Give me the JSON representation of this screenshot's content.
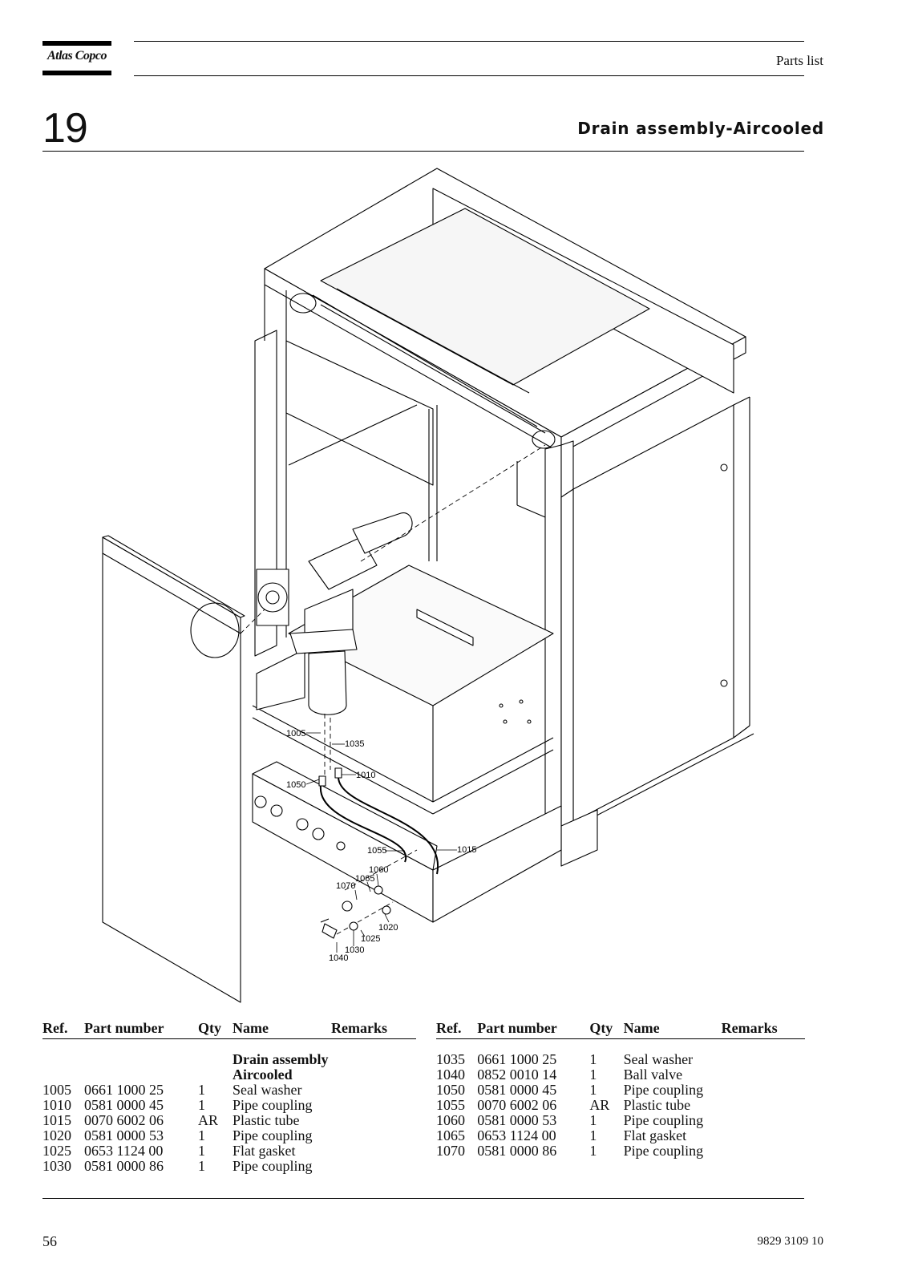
{
  "header": {
    "logo_text": "Atlas Copco",
    "document_type": "Parts list",
    "chapter_number": "19",
    "title": "Drain assembly-Aircooled"
  },
  "drawing_callouts": [
    "1005",
    "1035",
    "1050",
    "1010",
    "1055",
    "1015",
    "1060",
    "1065",
    "1070",
    "1020",
    "1025",
    "1030",
    "1040"
  ],
  "table_headers": {
    "ref": "Ref.",
    "part_number": "Part number",
    "qty": "Qty",
    "name": "Name",
    "remarks": "Remarks"
  },
  "left_table": {
    "assembly_name_line1": "Drain assembly",
    "assembly_name_line2": "Aircooled",
    "rows": [
      {
        "ref": "1005",
        "part_number": "0661 1000 25",
        "qty": "1",
        "name": "Seal washer",
        "remarks": ""
      },
      {
        "ref": "1010",
        "part_number": "0581 0000 45",
        "qty": "1",
        "name": "Pipe coupling",
        "remarks": ""
      },
      {
        "ref": "1015",
        "part_number": "0070 6002 06",
        "qty": "AR",
        "name": "Plastic tube",
        "remarks": ""
      },
      {
        "ref": "1020",
        "part_number": "0581 0000 53",
        "qty": "1",
        "name": "Pipe coupling",
        "remarks": ""
      },
      {
        "ref": "1025",
        "part_number": "0653 1124 00",
        "qty": "1",
        "name": "Flat gasket",
        "remarks": ""
      },
      {
        "ref": "1030",
        "part_number": "0581 0000 86",
        "qty": "1",
        "name": "Pipe coupling",
        "remarks": ""
      }
    ]
  },
  "right_table": {
    "rows": [
      {
        "ref": "1035",
        "part_number": "0661 1000 25",
        "qty": "1",
        "name": "Seal washer",
        "remarks": ""
      },
      {
        "ref": "1040",
        "part_number": "0852 0010 14",
        "qty": "1",
        "name": "Ball valve",
        "remarks": ""
      },
      {
        "ref": "1050",
        "part_number": "0581 0000 45",
        "qty": "1",
        "name": "Pipe coupling",
        "remarks": ""
      },
      {
        "ref": "1055",
        "part_number": "0070 6002 06",
        "qty": "AR",
        "name": "Plastic tube",
        "remarks": ""
      },
      {
        "ref": "1060",
        "part_number": "0581 0000 53",
        "qty": "1",
        "name": "Pipe coupling",
        "remarks": ""
      },
      {
        "ref": "1065",
        "part_number": "0653 1124 00",
        "qty": "1",
        "name": "Flat gasket",
        "remarks": ""
      },
      {
        "ref": "1070",
        "part_number": "0581 0000 86",
        "qty": "1",
        "name": "Pipe coupling",
        "remarks": ""
      }
    ]
  },
  "footer": {
    "page_number": "56",
    "document_number": "9829 3109 10"
  }
}
